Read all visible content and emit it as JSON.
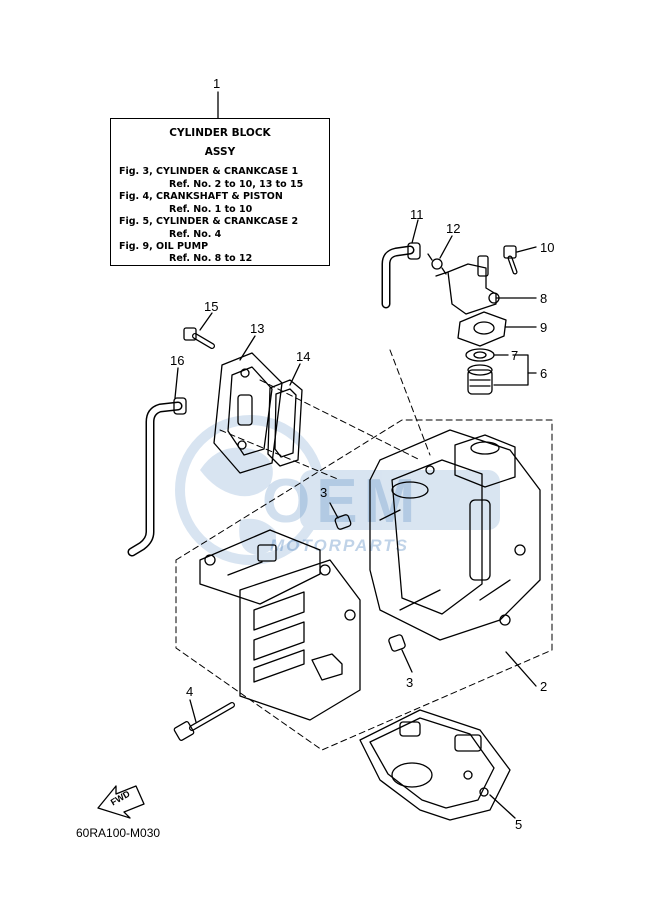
{
  "info_box": {
    "title": "CYLINDER BLOCK",
    "subtitle": "ASSY",
    "lines": [
      "Fig. 3, CYLINDER & CRANKCASE 1",
      "Ref. No. 2 to 10, 13 to 15",
      "Fig. 4, CRANKSHAFT & PISTON",
      "Ref. No. 1 to 10",
      "Fig. 5, CYLINDER & CRANKCASE 2",
      "Ref. No. 4",
      "Fig. 9, OIL PUMP",
      "Ref. No. 8 to 12"
    ]
  },
  "callouts": {
    "c1": "1",
    "c2": "2",
    "c3a": "3",
    "c3b": "3",
    "c4": "4",
    "c5": "5",
    "c6": "6",
    "c7": "7",
    "c8": "8",
    "c9": "9",
    "c10": "10",
    "c11": "11",
    "c12": "12",
    "c13": "13",
    "c14": "14",
    "c15": "15",
    "c16": "16"
  },
  "fwd_label": "FWD",
  "diagram_code": "60RA100-M030",
  "watermark": {
    "brand": "OEM",
    "sub": "MOTORPARTS",
    "color": "#2f6db3"
  }
}
